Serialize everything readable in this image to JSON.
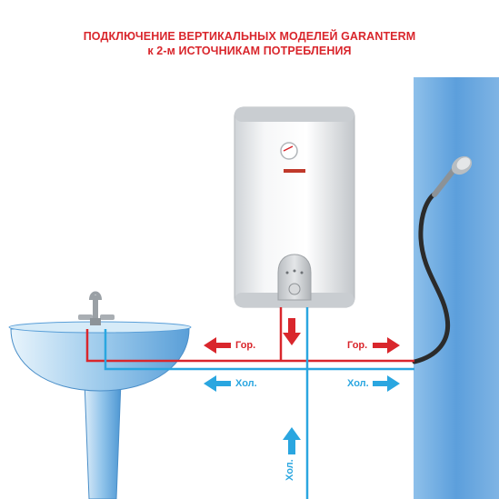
{
  "title_lines": [
    "ПОДКЛЮЧЕНИЕ ВЕРТИКАЛЬНЫХ МОДЕЛЕЙ GARANTERM",
    "к 2-м ИСТОЧНИКАМ ПОТРЕБЛЕНИЯ"
  ],
  "labels": {
    "hot_left": "Гор.",
    "hot_right": "Гор.",
    "cold_left": "Хол.",
    "cold_right": "Хол.",
    "cold_inlet": "Хол."
  },
  "colors": {
    "hot": "#d9262c",
    "cold": "#2aa6e0",
    "wall": "#6fa8dc",
    "sink": "#5ba3d9",
    "heater_body": "#e9ecef"
  },
  "icons": {
    "heater": "water-heater-icon",
    "sink": "sink-icon",
    "faucet": "faucet-icon",
    "shower": "shower-head-icon",
    "hose": "shower-hose-icon",
    "arrows": "flow-arrow-icon"
  }
}
